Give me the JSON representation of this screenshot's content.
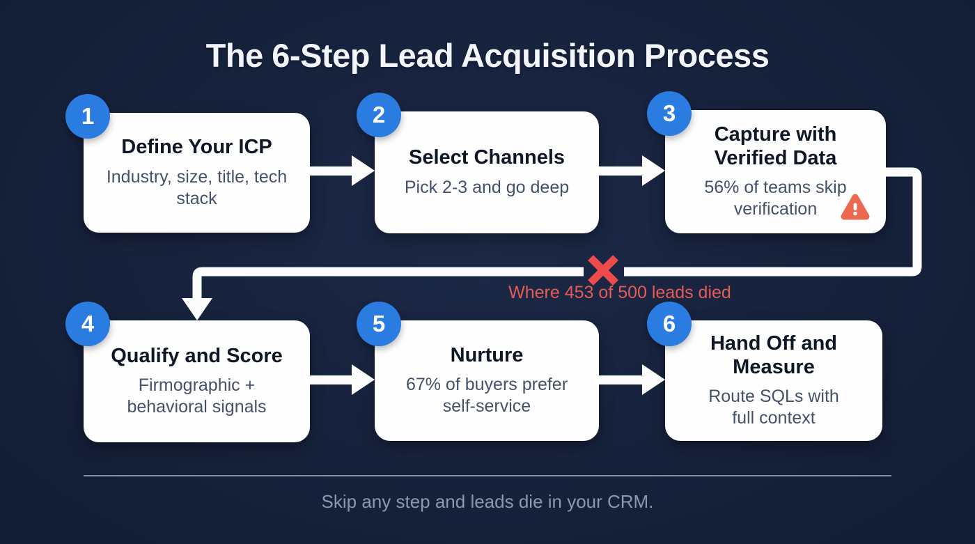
{
  "title": "The 6-Step Lead Acquisition Process",
  "steps": [
    {
      "number": "1",
      "title": "Define Your ICP",
      "subtitle": "Industry, size, title, tech stack"
    },
    {
      "number": "2",
      "title": "Select Channels",
      "subtitle": "Pick 2-3 and go deep"
    },
    {
      "number": "3",
      "title": "Capture with Verified Data",
      "subtitle": "56% of teams skip verification",
      "warning_icon": "warning-triangle"
    },
    {
      "number": "4",
      "title": "Qualify and Score",
      "subtitle": "Firmographic + behavioral signals"
    },
    {
      "number": "5",
      "title": "Nurture",
      "subtitle": "67% of buyers prefer self-service"
    },
    {
      "number": "6",
      "title": "Hand Off and Measure",
      "subtitle": "Route SQLs with full context"
    }
  ],
  "failure_annotation": "Where 453 of 500 leads died",
  "footer_note": "Skip any step and leads die in your CRM.",
  "colors": {
    "background": "#16213b",
    "card": "#fefefe",
    "badge_blue": "#2b7ce0",
    "x_mark_red": "#ee4b4b",
    "annotation_red": "#e65c55",
    "warning_orange": "#ea6950",
    "arrow_white": "#fcfcfd",
    "muted_footer": "#8b99b0"
  }
}
